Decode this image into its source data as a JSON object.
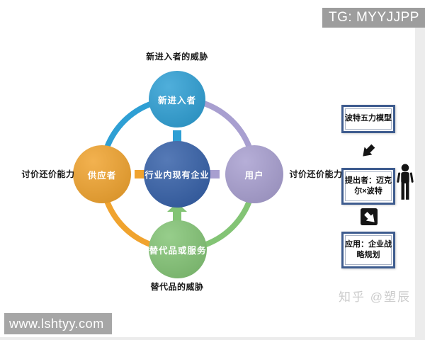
{
  "badges": {
    "tg": "TG: MYYJJPP",
    "site_url": "www.lshtyy.com",
    "zhihu_credit": "知乎 @塑辰"
  },
  "diagram": {
    "title_labels": {
      "top": "新进入者的威胁",
      "left": "讨价还价能力",
      "right": "讨价还价能力",
      "bottom": "替代品的威胁"
    },
    "nodes": {
      "center": {
        "label": "行业内现有企业",
        "color": "#3560A8"
      },
      "top": {
        "label": "新进入者",
        "color": "#2E9FD4"
      },
      "left": {
        "label": "供应者",
        "color": "#F0A32E"
      },
      "right": {
        "label": "用户",
        "color": "#A89FD0"
      },
      "bottom": {
        "label": "替代品或服务",
        "color": "#83C475"
      }
    },
    "accent_colors": {
      "arc_top_left": "#2E9FD4",
      "arc_top_right": "#A89FD0",
      "arc_bottom_left": "#F0A32E",
      "arc_bottom_right": "#83C475"
    }
  },
  "side_panel": {
    "model_box": "波特五力模型",
    "author_box": "提出者：迈克尔×波特",
    "application_box": "应用：企业战略规划",
    "box_border_color": "#3E5C8F"
  }
}
